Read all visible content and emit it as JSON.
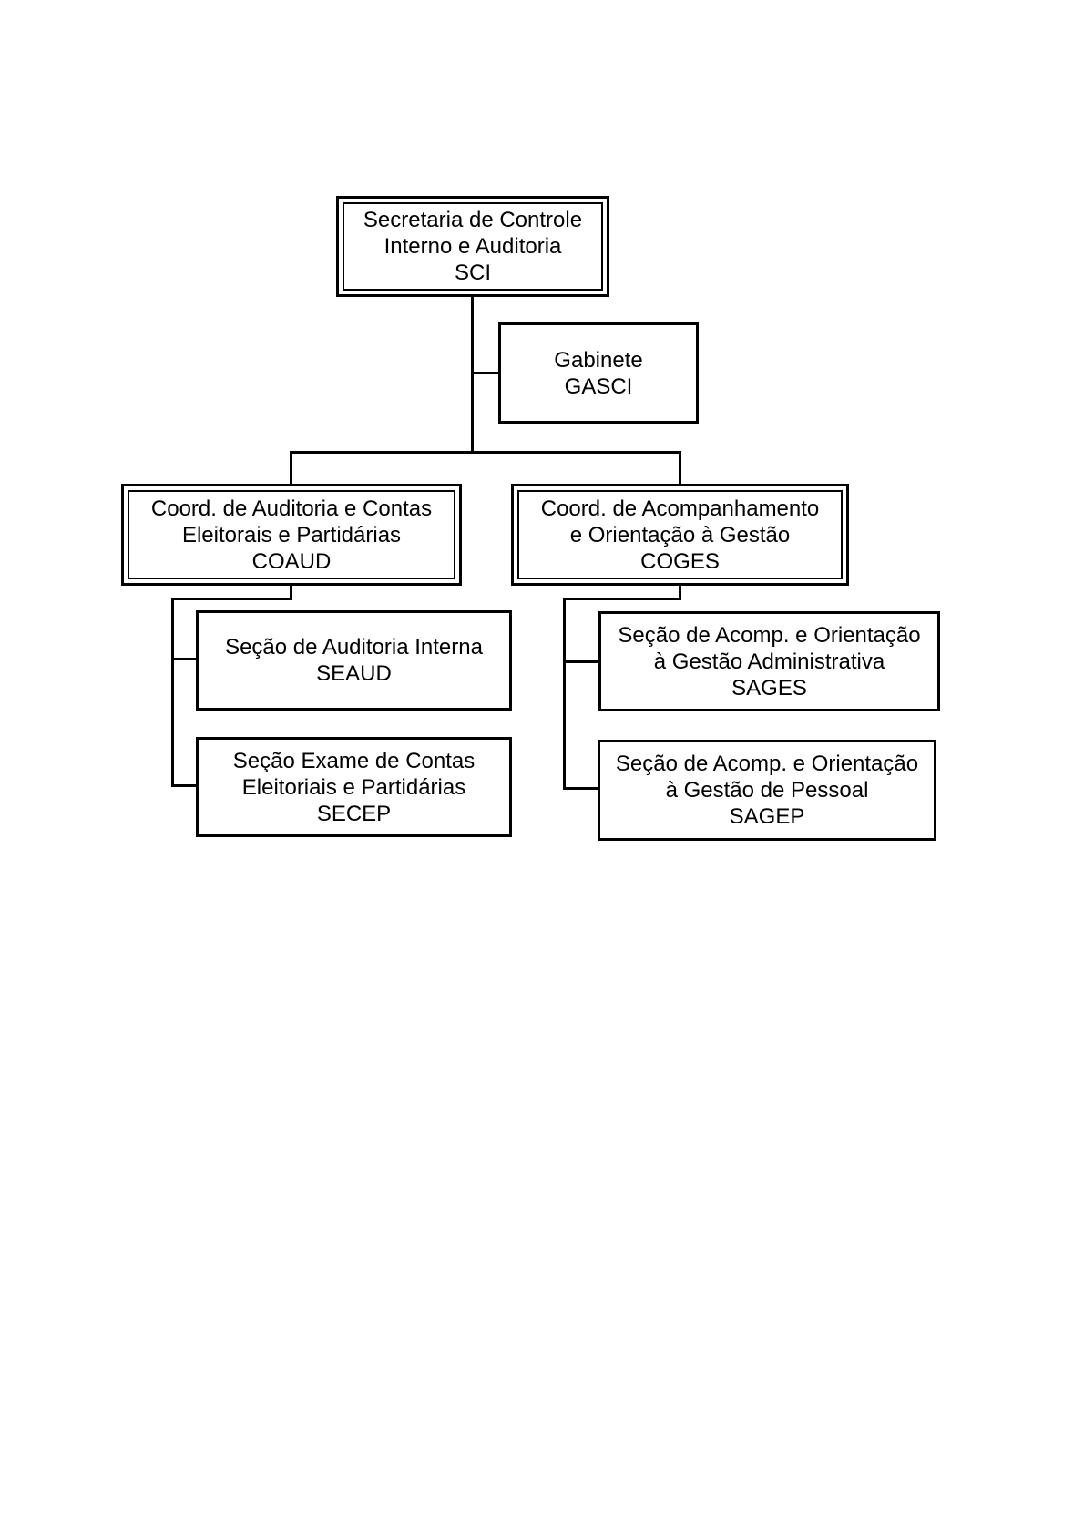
{
  "colors": {
    "background": "#ffffff",
    "line": "#000000",
    "text": "#000000",
    "box_background": "#ffffff"
  },
  "chart_data": {
    "type": "org-chart",
    "root": "SCI",
    "edges": [
      [
        "SCI",
        "GASCI"
      ],
      [
        "SCI",
        "COAUD"
      ],
      [
        "SCI",
        "COGES"
      ],
      [
        "COAUD",
        "SEAUD"
      ],
      [
        "COAUD",
        "SECEP"
      ],
      [
        "COGES",
        "SAGES"
      ],
      [
        "COGES",
        "SAGEP"
      ]
    ]
  },
  "nodes": {
    "sci": {
      "acronym": "SCI",
      "border": "double",
      "lines": [
        "Secretaria de Controle",
        "Interno e Auditoria",
        "SCI"
      ]
    },
    "gasci": {
      "acronym": "GASCI",
      "border": "single",
      "lines": [
        "Gabinete",
        "GASCI"
      ]
    },
    "coaud": {
      "acronym": "COAUD",
      "border": "double",
      "lines": [
        "Coord. de Auditoria e Contas",
        "Eleitorais e Partidárias",
        "COAUD"
      ]
    },
    "coges": {
      "acronym": "COGES",
      "border": "double",
      "lines": [
        "Coord. de Acompanhamento",
        "e Orientação à Gestão",
        "COGES"
      ]
    },
    "seaud": {
      "acronym": "SEAUD",
      "border": "single",
      "lines": [
        "Seção de Auditoria Interna",
        "SEAUD"
      ]
    },
    "secep": {
      "acronym": "SECEP",
      "border": "single",
      "lines": [
        "Seção Exame de Contas",
        "Eleitoriais e Partidárias",
        "SECEP"
      ]
    },
    "sages": {
      "acronym": "SAGES",
      "border": "single",
      "lines": [
        "Seção de Acomp. e Orientação",
        "à Gestão Administrativa",
        "SAGES"
      ]
    },
    "sagep": {
      "acronym": "SAGEP",
      "border": "single",
      "lines": [
        "Seção de Acomp. e Orientação",
        "à Gestão de Pessoal",
        "SAGEP"
      ]
    }
  }
}
